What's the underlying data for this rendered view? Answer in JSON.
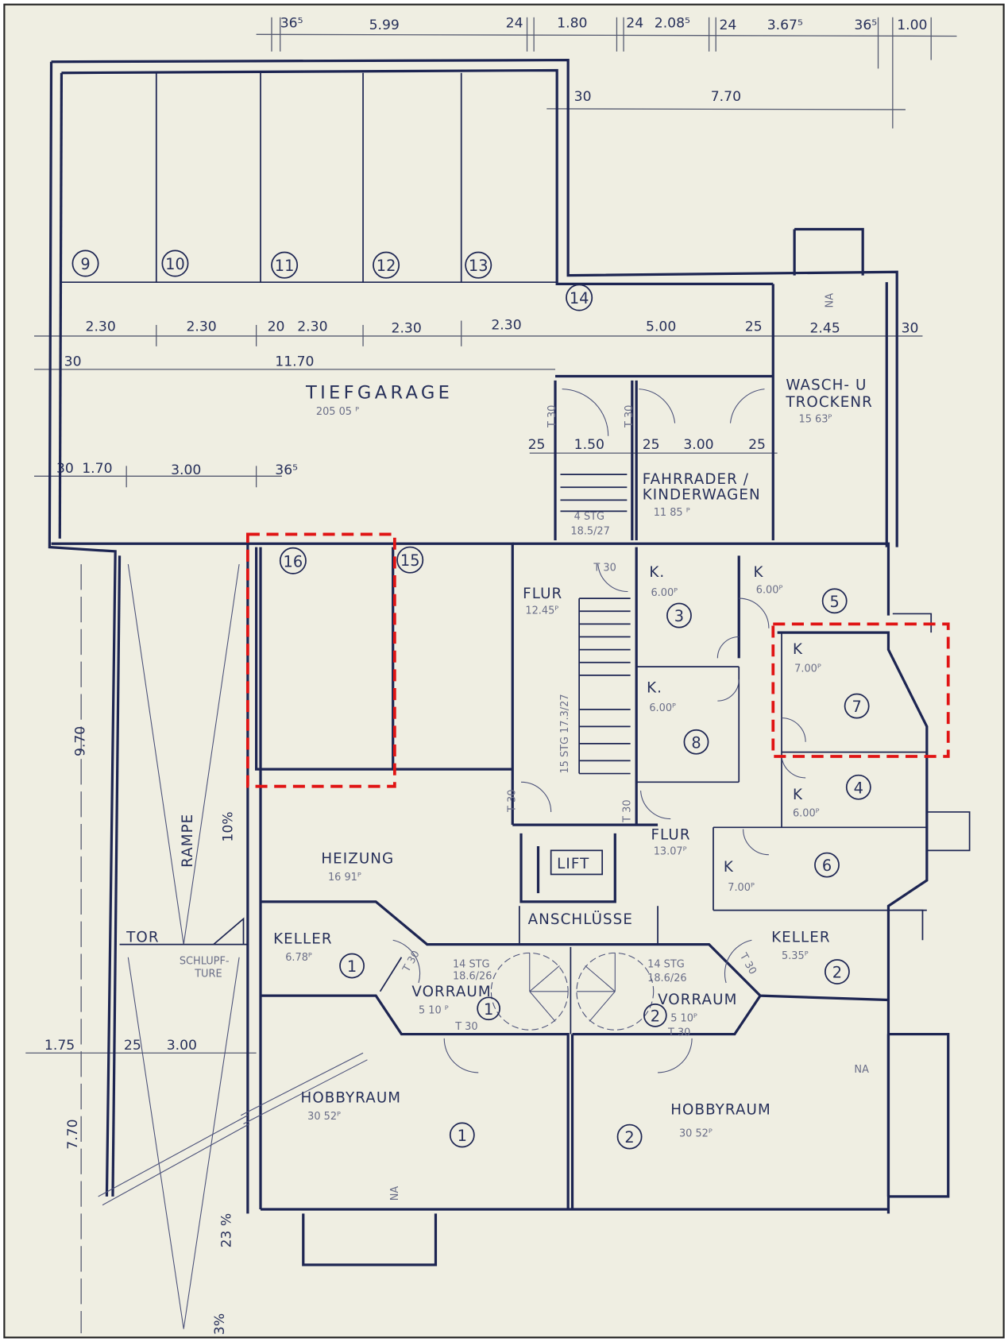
{
  "dimensions_top": [
    "36⁵",
    "5.99",
    "24",
    "1.80",
    "24",
    "2.08⁵",
    "24",
    "3.67⁵",
    "36⁵",
    "1.00"
  ],
  "dimensions_second": [
    "30",
    "7.70"
  ],
  "dimensions_parking": [
    "2.30",
    "2.30",
    "20",
    "2.30",
    "2.30",
    "2.30",
    "5.00",
    "25",
    "2.45",
    "30"
  ],
  "dimensions_garage": [
    "30",
    "11.70"
  ],
  "dimensions_lower": [
    "30",
    "1.70",
    "3.00",
    "36⁵"
  ],
  "dimensions_stair": [
    "25",
    "1.50",
    "25",
    "3.00",
    "25"
  ],
  "dimensions_ramp": [
    "9.70",
    "1.75",
    "25",
    "3.00",
    "7.70",
    "23 %",
    "3%"
  ],
  "parking_numbers": [
    "9",
    "10",
    "11",
    "12",
    "13",
    "14",
    "15",
    "16"
  ],
  "rooms": {
    "garage": {
      "name": "TIEFGARAGE",
      "area": "205 05 ᴾ"
    },
    "laundry": {
      "name1": "WASCH- U",
      "name2": "TROCKENR",
      "area": "15 63ᴾ"
    },
    "bikes": {
      "name1": "FAHRRADER /",
      "name2": "KINDERWAGEN",
      "area": "11 85 ᴾ"
    },
    "stair_top": {
      "steps": "4 STG",
      "ratio": "18.5/27"
    },
    "flur1": {
      "name": "FLUR",
      "area": "12.45ᴾ"
    },
    "stair_main": {
      "steps": "15 STG 17.3/27"
    },
    "flur2": {
      "name": "FLUR",
      "area": "13.07ᴾ"
    },
    "k3": {
      "name": "K.",
      "area": "6.00ᴾ",
      "num": "3"
    },
    "k5": {
      "name": "K",
      "area": "6.00ᴾ",
      "num": "5"
    },
    "k7": {
      "name": "K",
      "area": "7.00ᴾ",
      "num": "7"
    },
    "k8": {
      "name": "K.",
      "area": "6.00ᴾ",
      "num": "8"
    },
    "k4": {
      "name": "K",
      "area": "6.00ᴾ",
      "num": "4"
    },
    "k6": {
      "name": "K",
      "area": "7.00ᴾ",
      "num": "6"
    },
    "heizung": {
      "name": "HEIZUNG",
      "area": "16 91ᴾ"
    },
    "lift": {
      "name": "LIFT"
    },
    "anschluesse": {
      "name": "ANSCHLÜSSE"
    },
    "keller1": {
      "name": "KELLER",
      "area": "6.78ᴾ",
      "num": "1"
    },
    "keller2": {
      "name": "KELLER",
      "area": "5.35ᴾ",
      "num": "2"
    },
    "vorraum1": {
      "name": "VORRAUM",
      "area": "5 10 ᴾ",
      "num": "1",
      "steps": "14 STG",
      "ratio": "18.6/26"
    },
    "vorraum2": {
      "name": "VORRAUM",
      "area": "5 10ᴾ",
      "num": "2",
      "steps": "14 STG",
      "ratio": "18.6/26"
    },
    "hobby1": {
      "name": "HOBBYRAUM",
      "area": "30 52ᴾ",
      "num": "1"
    },
    "hobby2": {
      "name": "HOBBYRAUM",
      "area": "30 52ᴾ",
      "num": "2"
    },
    "ramp": {
      "name": "RAMPE",
      "slope": "10%",
      "gate": "TOR",
      "door1": "SCHLUPF-",
      "door2": "TURE"
    }
  },
  "door_labels": [
    "T 30",
    "T 30",
    "T 30",
    "T 30",
    "T 30",
    "T 30",
    "T 30",
    "T 30",
    "T 30"
  ],
  "vent_label": "NA",
  "highlight_color": "#e01414",
  "line_color": "#1d2552",
  "paper_color": "#efeee2"
}
